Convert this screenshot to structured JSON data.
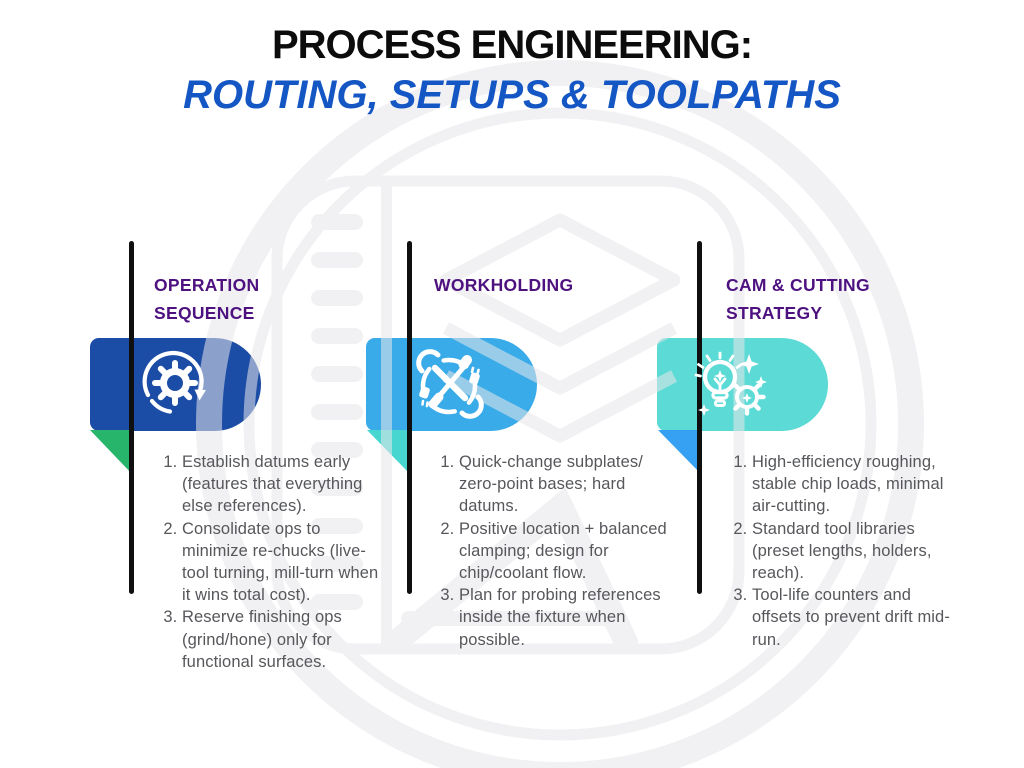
{
  "title": {
    "line1": "PROCESS ENGINEERING:",
    "line2": "ROUTING, SETUPS & TOOLPATHS"
  },
  "colors": {
    "title_text": "#0c0c0c",
    "subtitle_accent": "#1456c4",
    "heading_purple": "#4e1180",
    "body_text": "#56575b",
    "timeline_black": "#0f0f0f",
    "column1_badge": "#1c4da6",
    "column1_fold": "#27b56b",
    "column2_badge": "#3aabe9",
    "column2_fold": "#47d7d0",
    "column3_badge": "#5cdad5",
    "column3_fold": "#36a1f2",
    "watermark_grey": "#e7e7ea"
  },
  "columns": [
    {
      "heading": "OPERATION SEQUENCE",
      "icon": "process-cycle-icon",
      "items": [
        "Establish datums early (features that everything else references).",
        "Consolidate ops to minimize re-chucks (live-tool turning, mill-turn when it wins total cost).",
        "Reserve finishing ops (grind/hone) only for functional surfaces."
      ]
    },
    {
      "heading": "WORKHOLDING",
      "icon": "tools-plug-icon",
      "items": [
        "Quick-change subplates/ zero-point bases; hard datums.",
        "Positive location + balanced clamping; design for chip/coolant flow.",
        "Plan for probing references inside the fixture when possible."
      ]
    },
    {
      "heading": "CAM & CUTTING STRATEGY",
      "icon": "idea-gear-icon",
      "items": [
        "High-efficiency roughing, stable chip loads, minimal air-cutting.",
        "Standard tool libraries (preset lengths, holders, reach).",
        "Tool-life counters and offsets to prevent drift mid-run."
      ]
    }
  ]
}
